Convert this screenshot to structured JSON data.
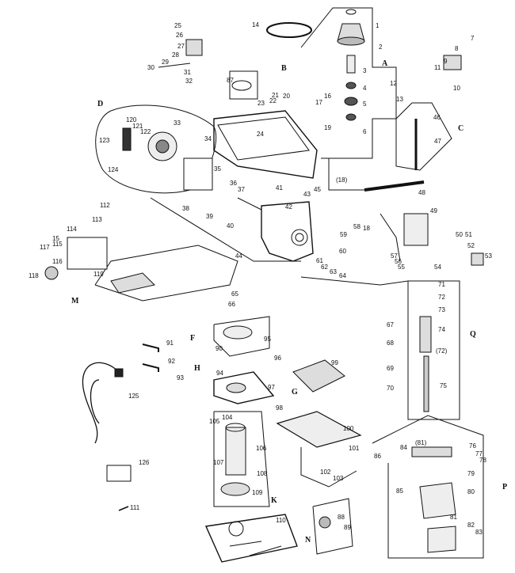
{
  "diagram": {
    "part_labels": [
      "1",
      "2",
      "3",
      "4",
      "5",
      "6",
      "7",
      "8",
      "9",
      "10",
      "11",
      "12",
      "13",
      "14",
      "15",
      "16",
      "17",
      "18",
      "19",
      "20",
      "21",
      "22",
      "23",
      "24",
      "25",
      "26",
      "27",
      "28",
      "29",
      "30",
      "31",
      "32",
      "33",
      "34",
      "35",
      "36",
      "37",
      "38",
      "39",
      "40",
      "41",
      "42",
      "43",
      "44",
      "45",
      "46",
      "47",
      "48",
      "49",
      "50",
      "51",
      "52",
      "53",
      "54",
      "55",
      "56",
      "57",
      "58",
      "59",
      "60",
      "61",
      "62",
      "63",
      "64",
      "65",
      "66",
      "67",
      "68",
      "69",
      "70",
      "71",
      "72",
      "(72)",
      "73",
      "74",
      "75",
      "76",
      "77",
      "78",
      "79",
      "80",
      "81",
      "(81)",
      "82",
      "83",
      "84",
      "85",
      "86",
      "87",
      "88",
      "89",
      "90",
      "91",
      "92",
      "93",
      "94",
      "95",
      "96",
      "97",
      "98",
      "99",
      "100",
      "101",
      "102",
      "103",
      "104",
      "105",
      "106",
      "107",
      "108",
      "109",
      "110",
      "111",
      "112",
      "113",
      "114",
      "115",
      "116",
      "117",
      "118",
      "119",
      "120",
      "121",
      "122",
      "123",
      "124",
      "125",
      "126",
      "(18)"
    ],
    "group_labels": [
      "A",
      "B",
      "C",
      "D",
      "F",
      "G",
      "H",
      "K",
      "M",
      "N",
      "P",
      "Q"
    ]
  }
}
